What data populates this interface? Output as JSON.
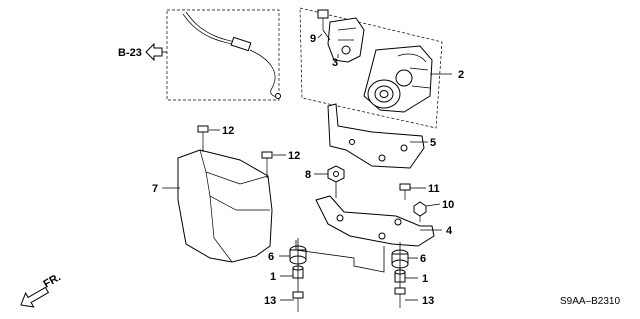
{
  "diagram_code": "S9AA–B2310",
  "reference": {
    "label": "B-23"
  },
  "direction": {
    "label": "FR."
  },
  "callouts": {
    "c1a": "1",
    "c1b": "1",
    "c2": "2",
    "c3": "3",
    "c4": "4",
    "c5": "5",
    "c6a": "6",
    "c6b": "6",
    "c7": "7",
    "c8": "8",
    "c9": "9",
    "c10": "10",
    "c11": "11",
    "c12a": "12",
    "c12b": "12",
    "c13a": "13",
    "c13b": "13"
  },
  "colors": {
    "line": "#000000",
    "background": "#ffffff"
  },
  "icons": [
    "reference-arrow-icon",
    "front-direction-arrow-icon"
  ]
}
